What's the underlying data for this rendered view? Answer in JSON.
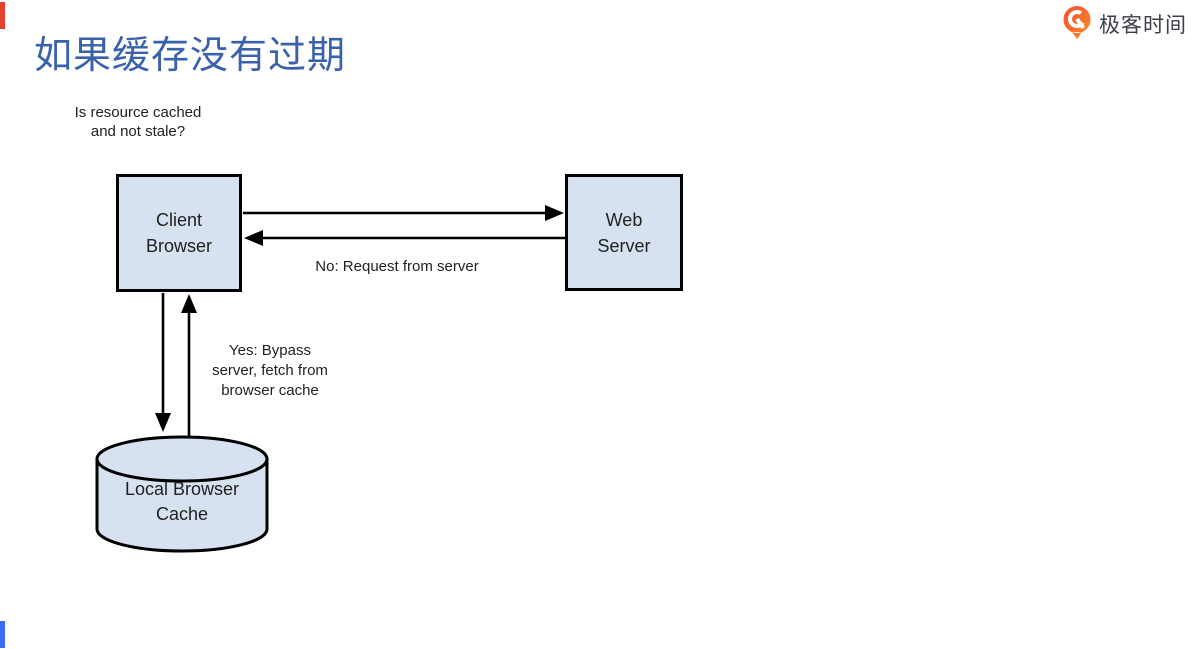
{
  "header": {
    "title": "如果缓存没有过期",
    "title_color": "#3a61ab"
  },
  "brand": {
    "name": "极客时间",
    "text_color": "#3d4047",
    "icon": "geektime-logo-icon",
    "icon_gradient": {
      "from": "#f4503a",
      "to": "#fb8a21"
    }
  },
  "edge_markers": {
    "top_color": "#e8402e",
    "bottom_color": "#3b6cf5"
  },
  "diagram": {
    "question": "Is resource cached\nand not stale?",
    "node_fill": "#d6e2f0",
    "node_stroke": "#000000",
    "text_color": "#212121",
    "nodes": [
      {
        "id": "client-browser",
        "shape": "rect",
        "label": "Client\nBrowser"
      },
      {
        "id": "web-server",
        "shape": "rect",
        "label": "Web\nServer"
      },
      {
        "id": "local-browser-cache",
        "shape": "cylinder",
        "label": "Local Browser\nCache"
      }
    ],
    "edges": [
      {
        "from": "client-browser",
        "to": "web-server",
        "direction": "right",
        "label": ""
      },
      {
        "from": "web-server",
        "to": "client-browser",
        "direction": "left",
        "label": "No: Request from server"
      },
      {
        "from": "client-browser",
        "to": "local-browser-cache",
        "direction": "down",
        "label": "Yes: Bypass\nserver, fetch from\nbrowser cache"
      },
      {
        "from": "local-browser-cache",
        "to": "client-browser",
        "direction": "up",
        "label": ""
      }
    ]
  }
}
